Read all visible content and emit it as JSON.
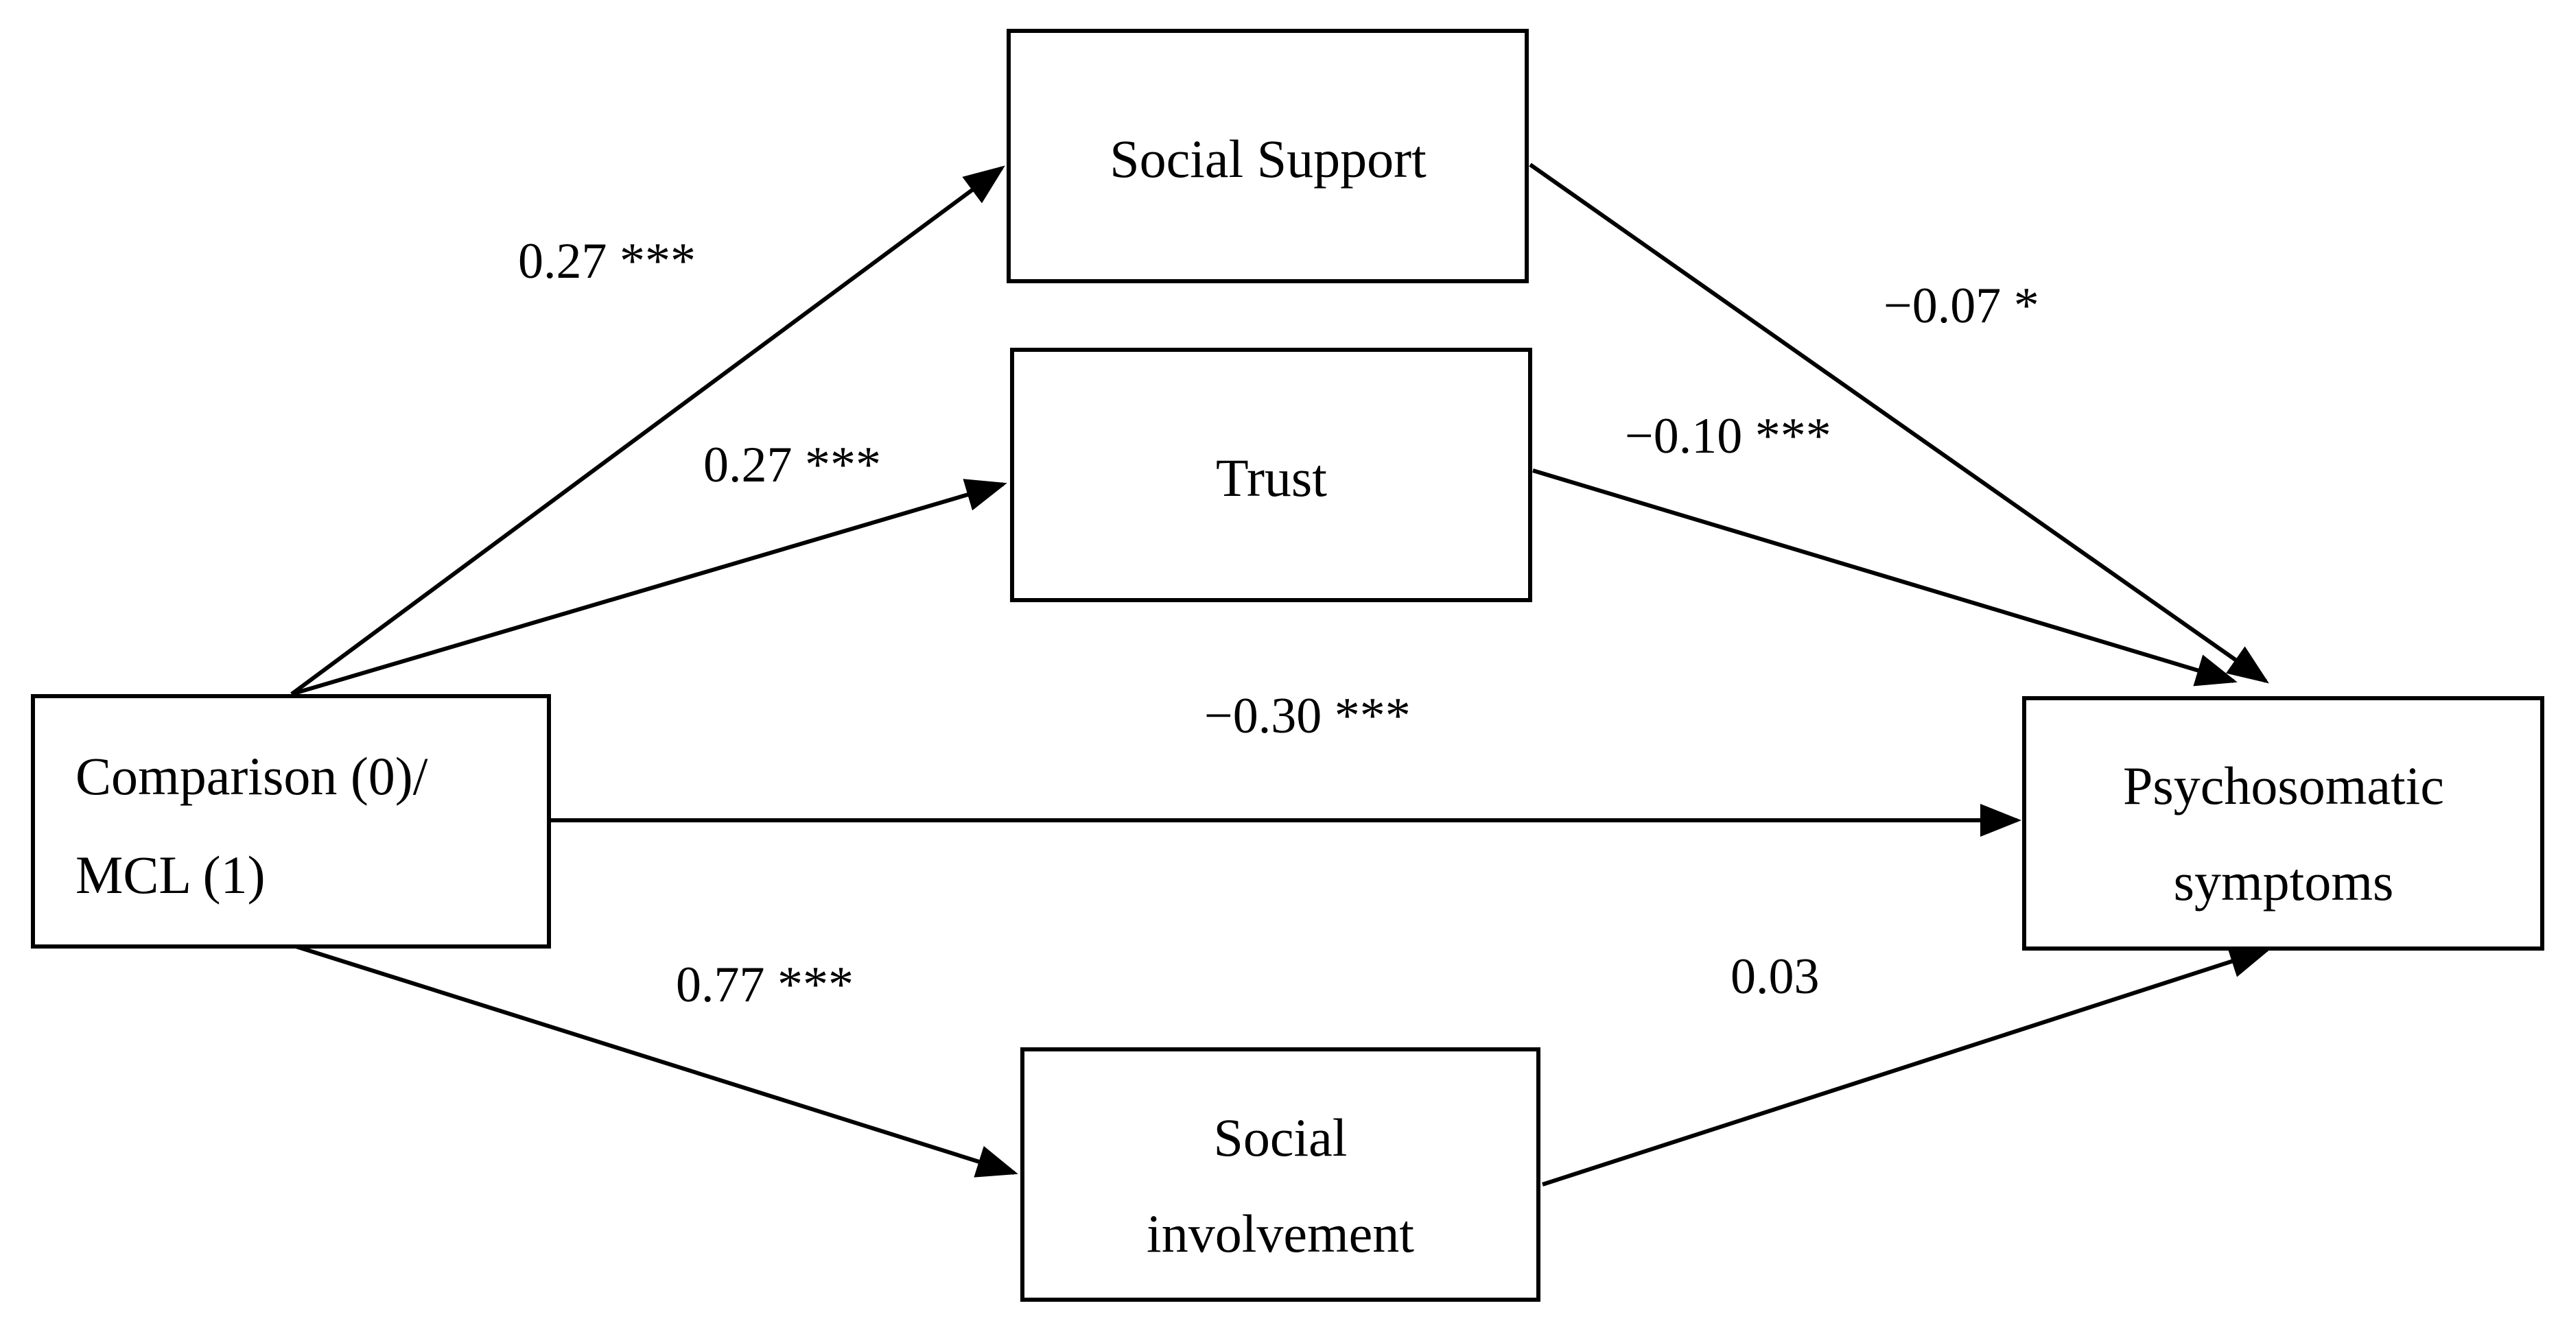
{
  "nodes": {
    "support": {
      "lines": [
        "Social Support"
      ]
    },
    "trust": {
      "lines": [
        "Trust"
      ]
    },
    "comparison": {
      "lines": [
        "Comparison (0)/",
        "MCL (1)"
      ]
    },
    "psycho": {
      "lines": [
        "Psychosomatic",
        "symptoms"
      ]
    },
    "involvement": {
      "lines": [
        "Social",
        "involvement"
      ]
    }
  },
  "edges": [
    {
      "from": "comparison",
      "to": "support",
      "label": "0.27 ***"
    },
    {
      "from": "comparison",
      "to": "trust",
      "label": "0.27 ***"
    },
    {
      "from": "support",
      "to": "psycho",
      "label": "−0.07 *"
    },
    {
      "from": "trust",
      "to": "psycho",
      "label": "−0.10 ***"
    },
    {
      "from": "comparison",
      "to": "psycho",
      "label": "−0.30 ***"
    },
    {
      "from": "comparison",
      "to": "involvement",
      "label": "0.77 ***"
    },
    {
      "from": "involvement",
      "to": "psycho",
      "label": "0.03"
    }
  ],
  "colors": {
    "line": "#000000",
    "box_fill": "#ffffff"
  }
}
